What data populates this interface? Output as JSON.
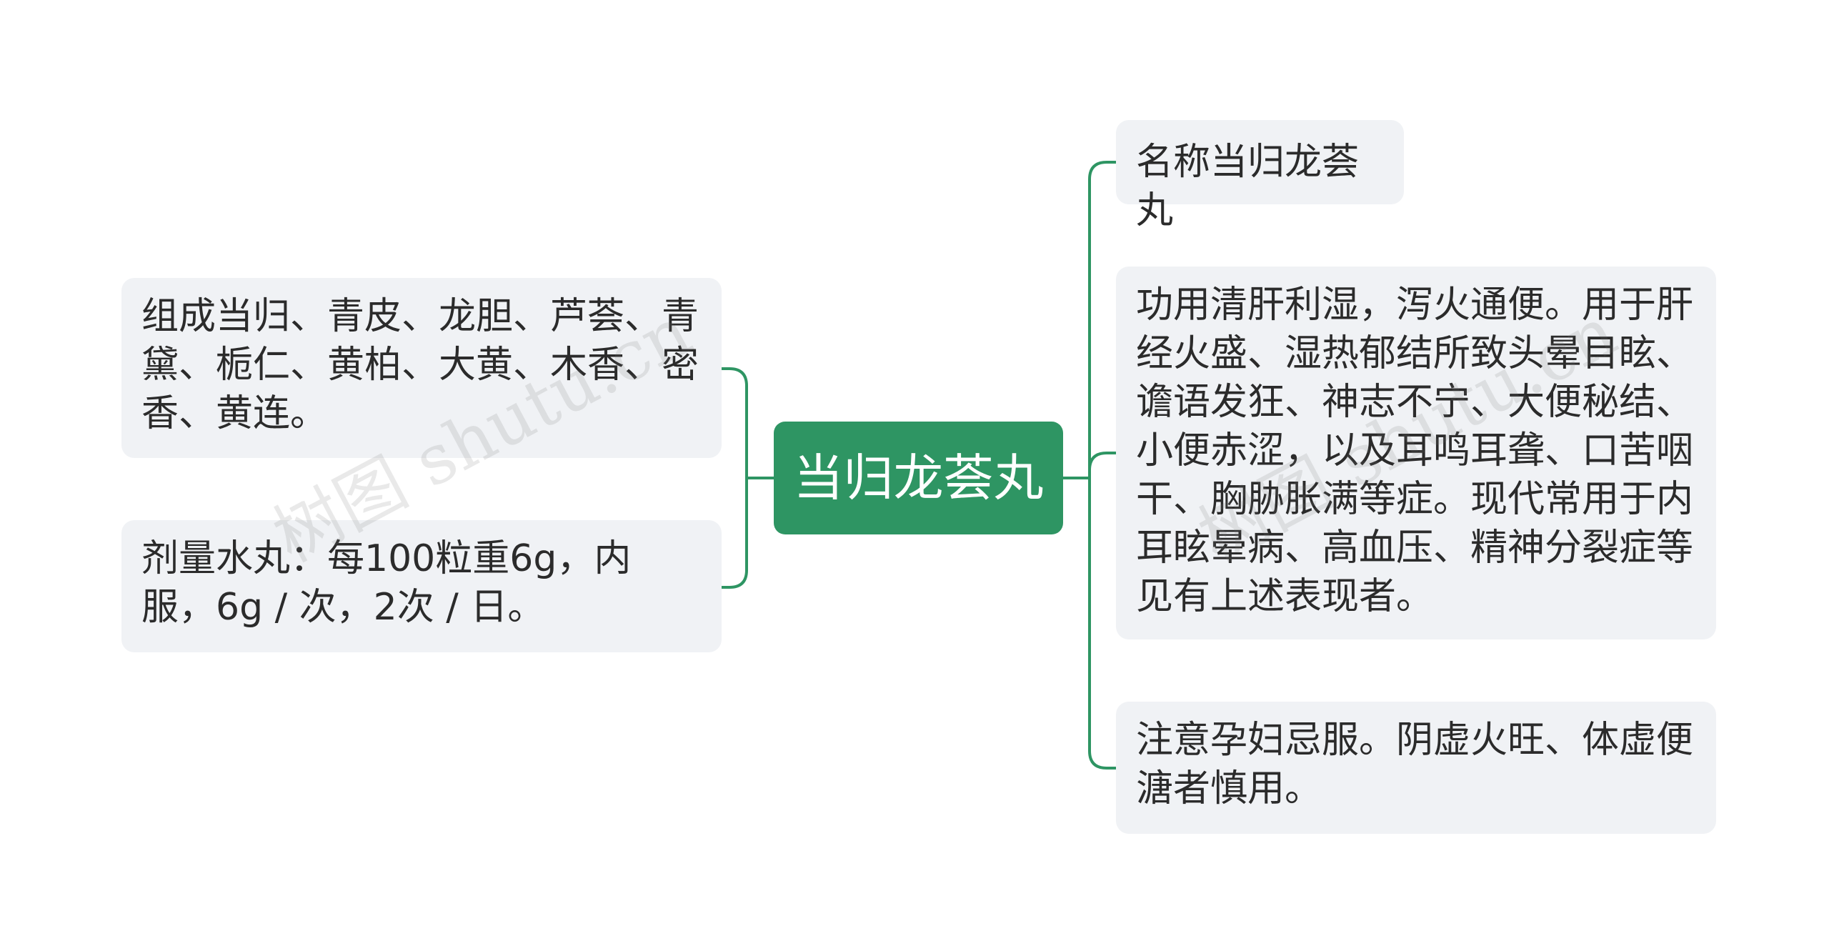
{
  "colors": {
    "root_fill": "#2e9563",
    "connector": "#2e9563",
    "node_fill": "#f0f2f5",
    "text": "#2b2b2b"
  },
  "root": {
    "label": "当归龙荟丸"
  },
  "left_nodes": [
    {
      "text": "组成当归、青皮、龙胆、芦荟、青黛、栀仁、黄柏、大黄、木香、密香、黄连。"
    },
    {
      "text": "剂量水丸：每100粒重6g，内服，6g / 次，2次 / 日。"
    }
  ],
  "right_nodes": [
    {
      "text": "名称当归龙荟丸"
    },
    {
      "text": "功用清肝利湿，泻火通便。用于肝经火盛、湿热郁结所致头晕目眩、谵语发狂、神志不宁、大便秘结、小便赤涩，以及耳鸣耳聋、口苦咽干、胸胁胀满等症。现代常用于内耳眩晕病、高血压、精神分裂症等见有上述表现者。"
    },
    {
      "text": "注意孕妇忌服。阴虚火旺、体虚便溏者慎用。"
    }
  ],
  "watermark": {
    "text": "树图 shutu.cn"
  }
}
